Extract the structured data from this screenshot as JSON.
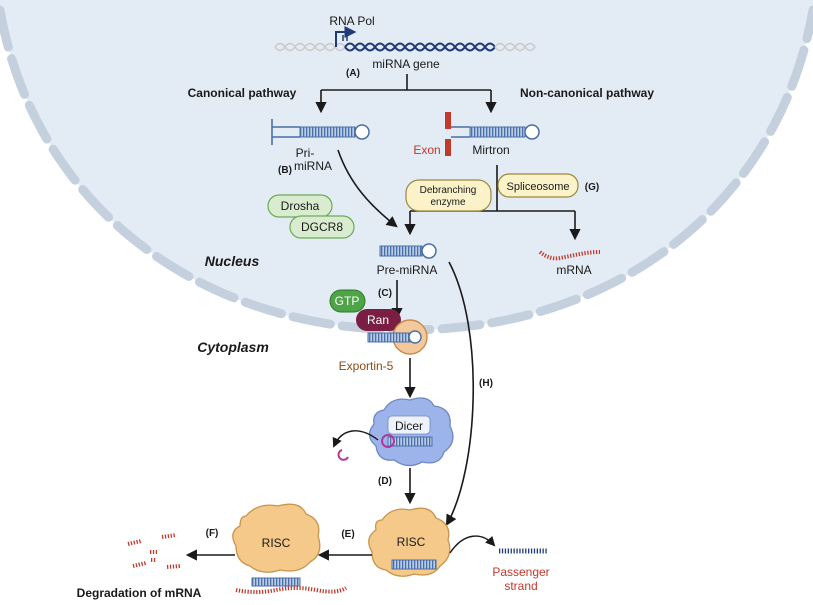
{
  "labels": {
    "rna_pol": "RNA Pol",
    "mirna_gene": "miRNA gene",
    "step_a": "(A)",
    "canonical": "Canonical pathway",
    "noncanonical": "Non-canonical pathway",
    "pri_line1": "Pri-",
    "pri_line2": "miRNA",
    "step_b": "(B)",
    "exon": "Exon",
    "mirtron": "Mirtron",
    "debranching_line1": "Debranching",
    "debranching_line2": "enzyme",
    "spliceosome": "Spliceosome",
    "step_g": "(G)",
    "drosha": "Drosha",
    "dgcr8": "DGCR8",
    "nucleus": "Nucleus",
    "pre_mirna": "Pre-miRNA",
    "mrna": "mRNA",
    "gtp": "GTP",
    "step_c": "(C)",
    "ran": "Ran",
    "cytoplasm": "Cytoplasm",
    "exportin": "Exportin-5",
    "step_h": "(H)",
    "dicer": "Dicer",
    "step_d": "(D)",
    "risc_left": "RISC",
    "risc_right": "RISC",
    "step_e": "(E)",
    "step_f": "(F)",
    "passenger_line1": "Passenger",
    "passenger_line2": "strand",
    "degradation": "Degradation of mRNA"
  },
  "colors": {
    "nucleus_fill": "#e3ebf4",
    "membrane_stroke": "#c4d0de",
    "dna_navy": "#1f3a78",
    "hairpin_blue": "#8fb0d6",
    "exon_red": "#c0392b",
    "mrna_red": "#c0392b",
    "green_pill": "#d9ecd0",
    "green_pill_stroke": "#6aaa59",
    "yellow_pill": "#fbf2c9",
    "yellow_pill_stroke": "#9a8a3c",
    "gtp_green": "#4fa447",
    "ran_maroon": "#7a1f43",
    "exportin_tan": "#f3c99b",
    "exportin_text": "#8a4b16",
    "dicer_blue": "#9db4ea",
    "risc_orange": "#f5c98a",
    "loop_magenta": "#b0379c"
  }
}
